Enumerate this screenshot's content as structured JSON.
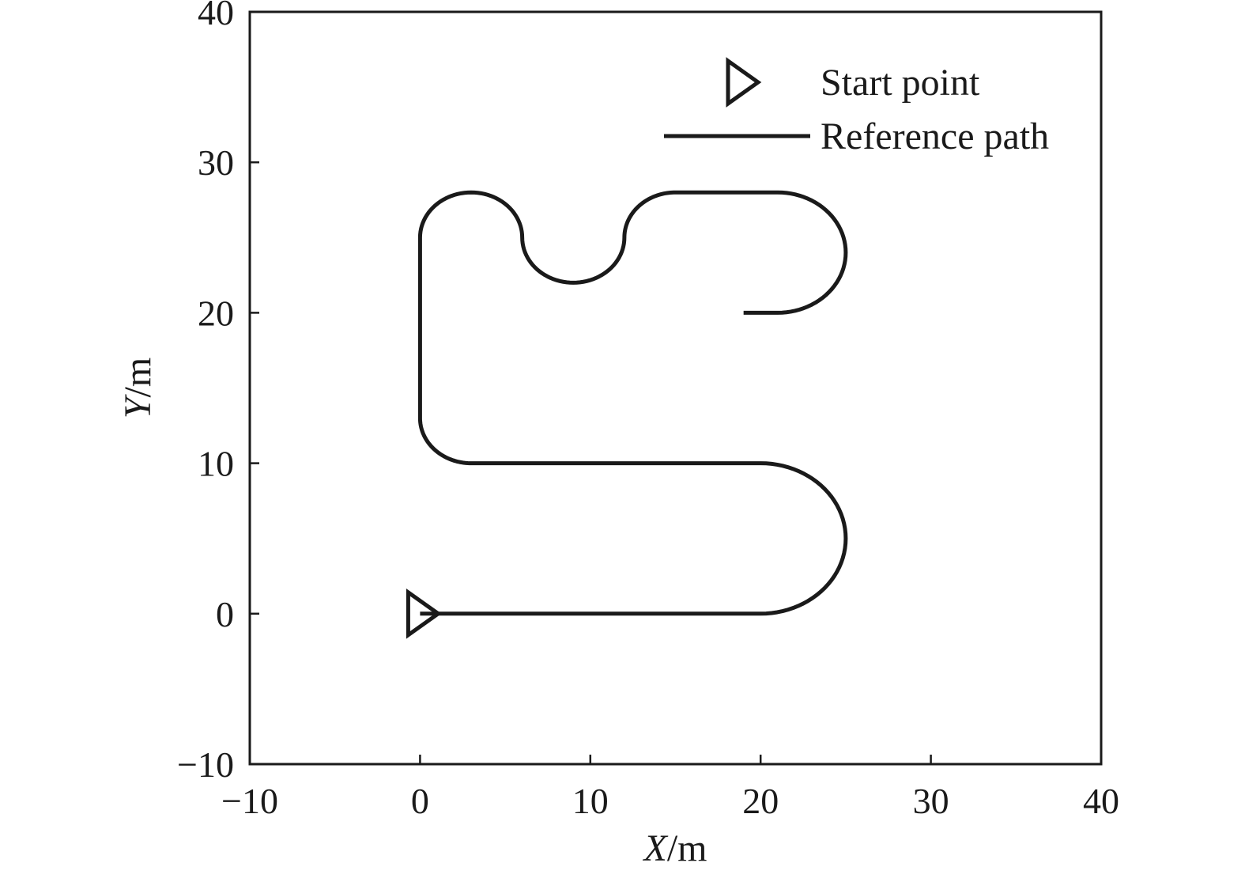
{
  "chart_data": {
    "type": "line",
    "xlabel": {
      "var": "X",
      "unit": "/m"
    },
    "ylabel": {
      "var": "Y",
      "unit": "/m"
    },
    "xlim": [
      -10,
      40
    ],
    "ylim": [
      -10,
      40
    ],
    "xticks": [
      -10,
      0,
      10,
      20,
      30,
      40
    ],
    "yticks": [
      -10,
      0,
      10,
      20,
      30,
      40
    ],
    "xtick_labels": [
      "−10",
      "0",
      "10",
      "20",
      "30",
      "40"
    ],
    "ytick_labels": [
      "−10",
      "0",
      "10",
      "20",
      "30",
      "40"
    ],
    "grid": false,
    "legend": {
      "placement": "top-right",
      "entries": [
        {
          "label": "Start point",
          "marker": "triangle-right"
        },
        {
          "label": "Reference path",
          "marker": "line"
        }
      ]
    },
    "start_point": {
      "x": 0,
      "y": 0
    },
    "series": [
      {
        "name": "Reference path",
        "color": "#1a1a1a",
        "segments": [
          {
            "kind": "line",
            "from": [
              0,
              0
            ],
            "to": [
              20,
              0
            ]
          },
          {
            "kind": "arc",
            "center": [
              20,
              5
            ],
            "radius": 5,
            "start_deg": -90,
            "end_deg": 90
          },
          {
            "kind": "line",
            "from": [
              20,
              10
            ],
            "to": [
              3,
              10
            ]
          },
          {
            "kind": "arc",
            "center": [
              3,
              13
            ],
            "radius": 3,
            "start_deg": 270,
            "end_deg": 180
          },
          {
            "kind": "line",
            "from": [
              0,
              13
            ],
            "to": [
              0,
              25
            ]
          },
          {
            "kind": "arc",
            "center": [
              3,
              25
            ],
            "radius": 3,
            "start_deg": 180,
            "end_deg": 0
          },
          {
            "kind": "arc",
            "center": [
              9,
              25
            ],
            "radius": 3,
            "start_deg": 180,
            "end_deg": 360
          },
          {
            "kind": "arc",
            "center": [
              15,
              25
            ],
            "radius": 3,
            "start_deg": 180,
            "end_deg": 90
          },
          {
            "kind": "line",
            "from": [
              15,
              28
            ],
            "to": [
              21,
              28
            ]
          },
          {
            "kind": "arc",
            "center": [
              21,
              24
            ],
            "radius": 4,
            "start_deg": 90,
            "end_deg": -90
          },
          {
            "kind": "line",
            "from": [
              21,
              20
            ],
            "to": [
              19,
              20
            ]
          }
        ]
      }
    ]
  }
}
